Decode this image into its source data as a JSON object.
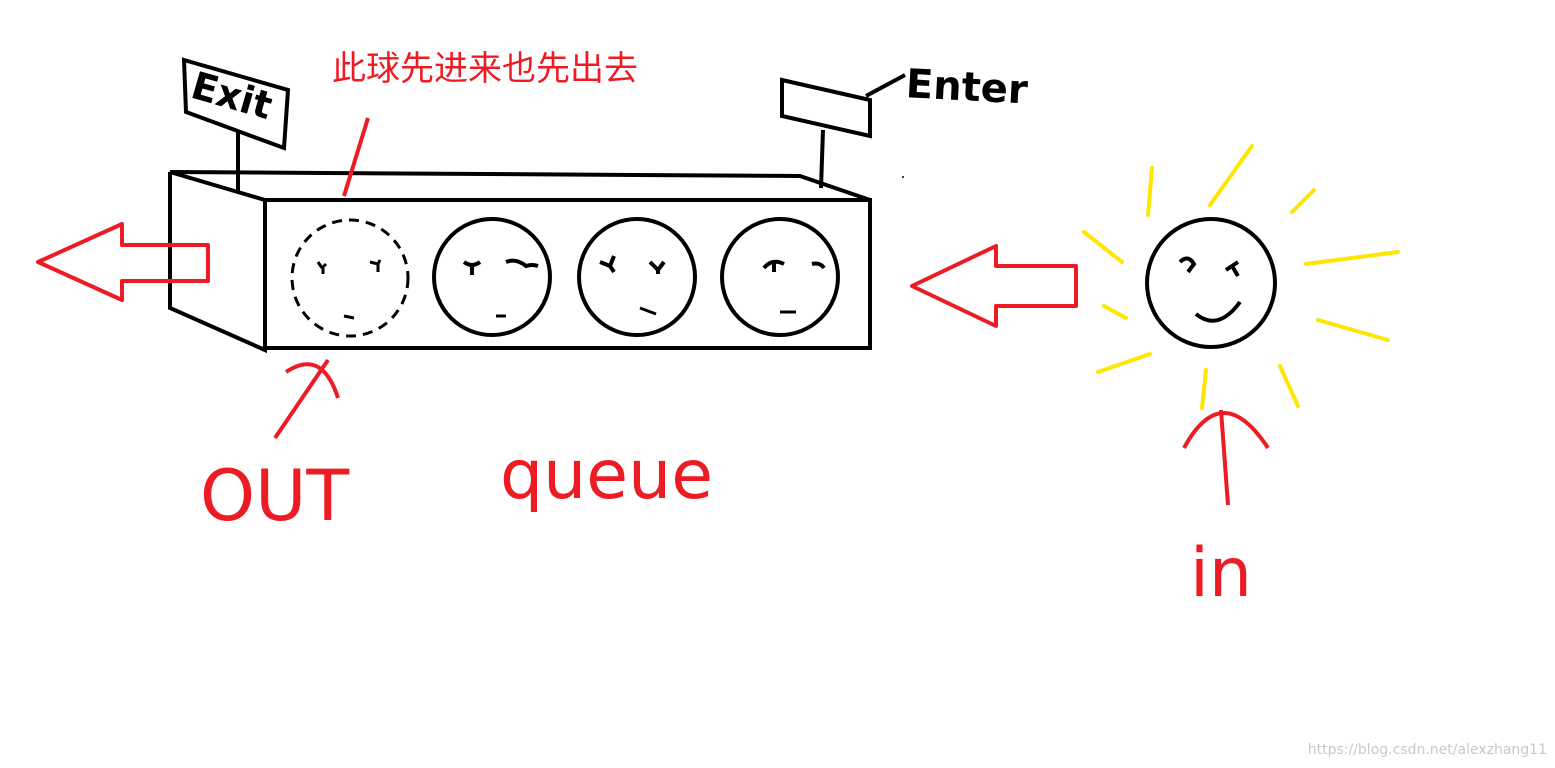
{
  "signs": {
    "exit": "Exit",
    "enter": "Enter"
  },
  "annotation": "此球先进来也先出去",
  "labels": {
    "out": "OUT",
    "queue": "queue",
    "in": "in"
  },
  "colors": {
    "ink": "#000000",
    "accent": "#ed1c24",
    "sun_rays": "#ffe600"
  },
  "watermark": "https://blog.csdn.net/alexzhang11"
}
